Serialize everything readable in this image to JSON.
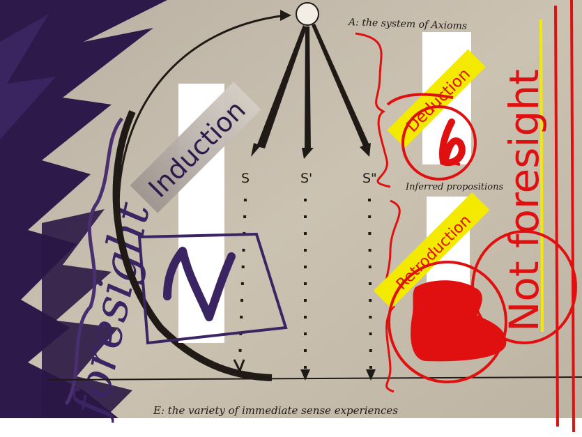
{
  "labels": {
    "axioms": "A: the system of Axioms",
    "sense_experiences": "E: the variety of immediate sense experiences",
    "inferred": "Inferred propositions",
    "s1": "S",
    "s2": "S'",
    "s3": "S\"",
    "induction": "Induction",
    "deduction": "Deduction",
    "retroduction": "Retroduction",
    "not_foresight": "Not foresight",
    "foresight": "foresight"
  },
  "colors": {
    "paper": "#c8bfae",
    "purple_ink": "#2e1a4a",
    "red_ink": "#e01010",
    "yellow_highlight": "#f3ea00",
    "print_ink": "#1f1a16"
  }
}
